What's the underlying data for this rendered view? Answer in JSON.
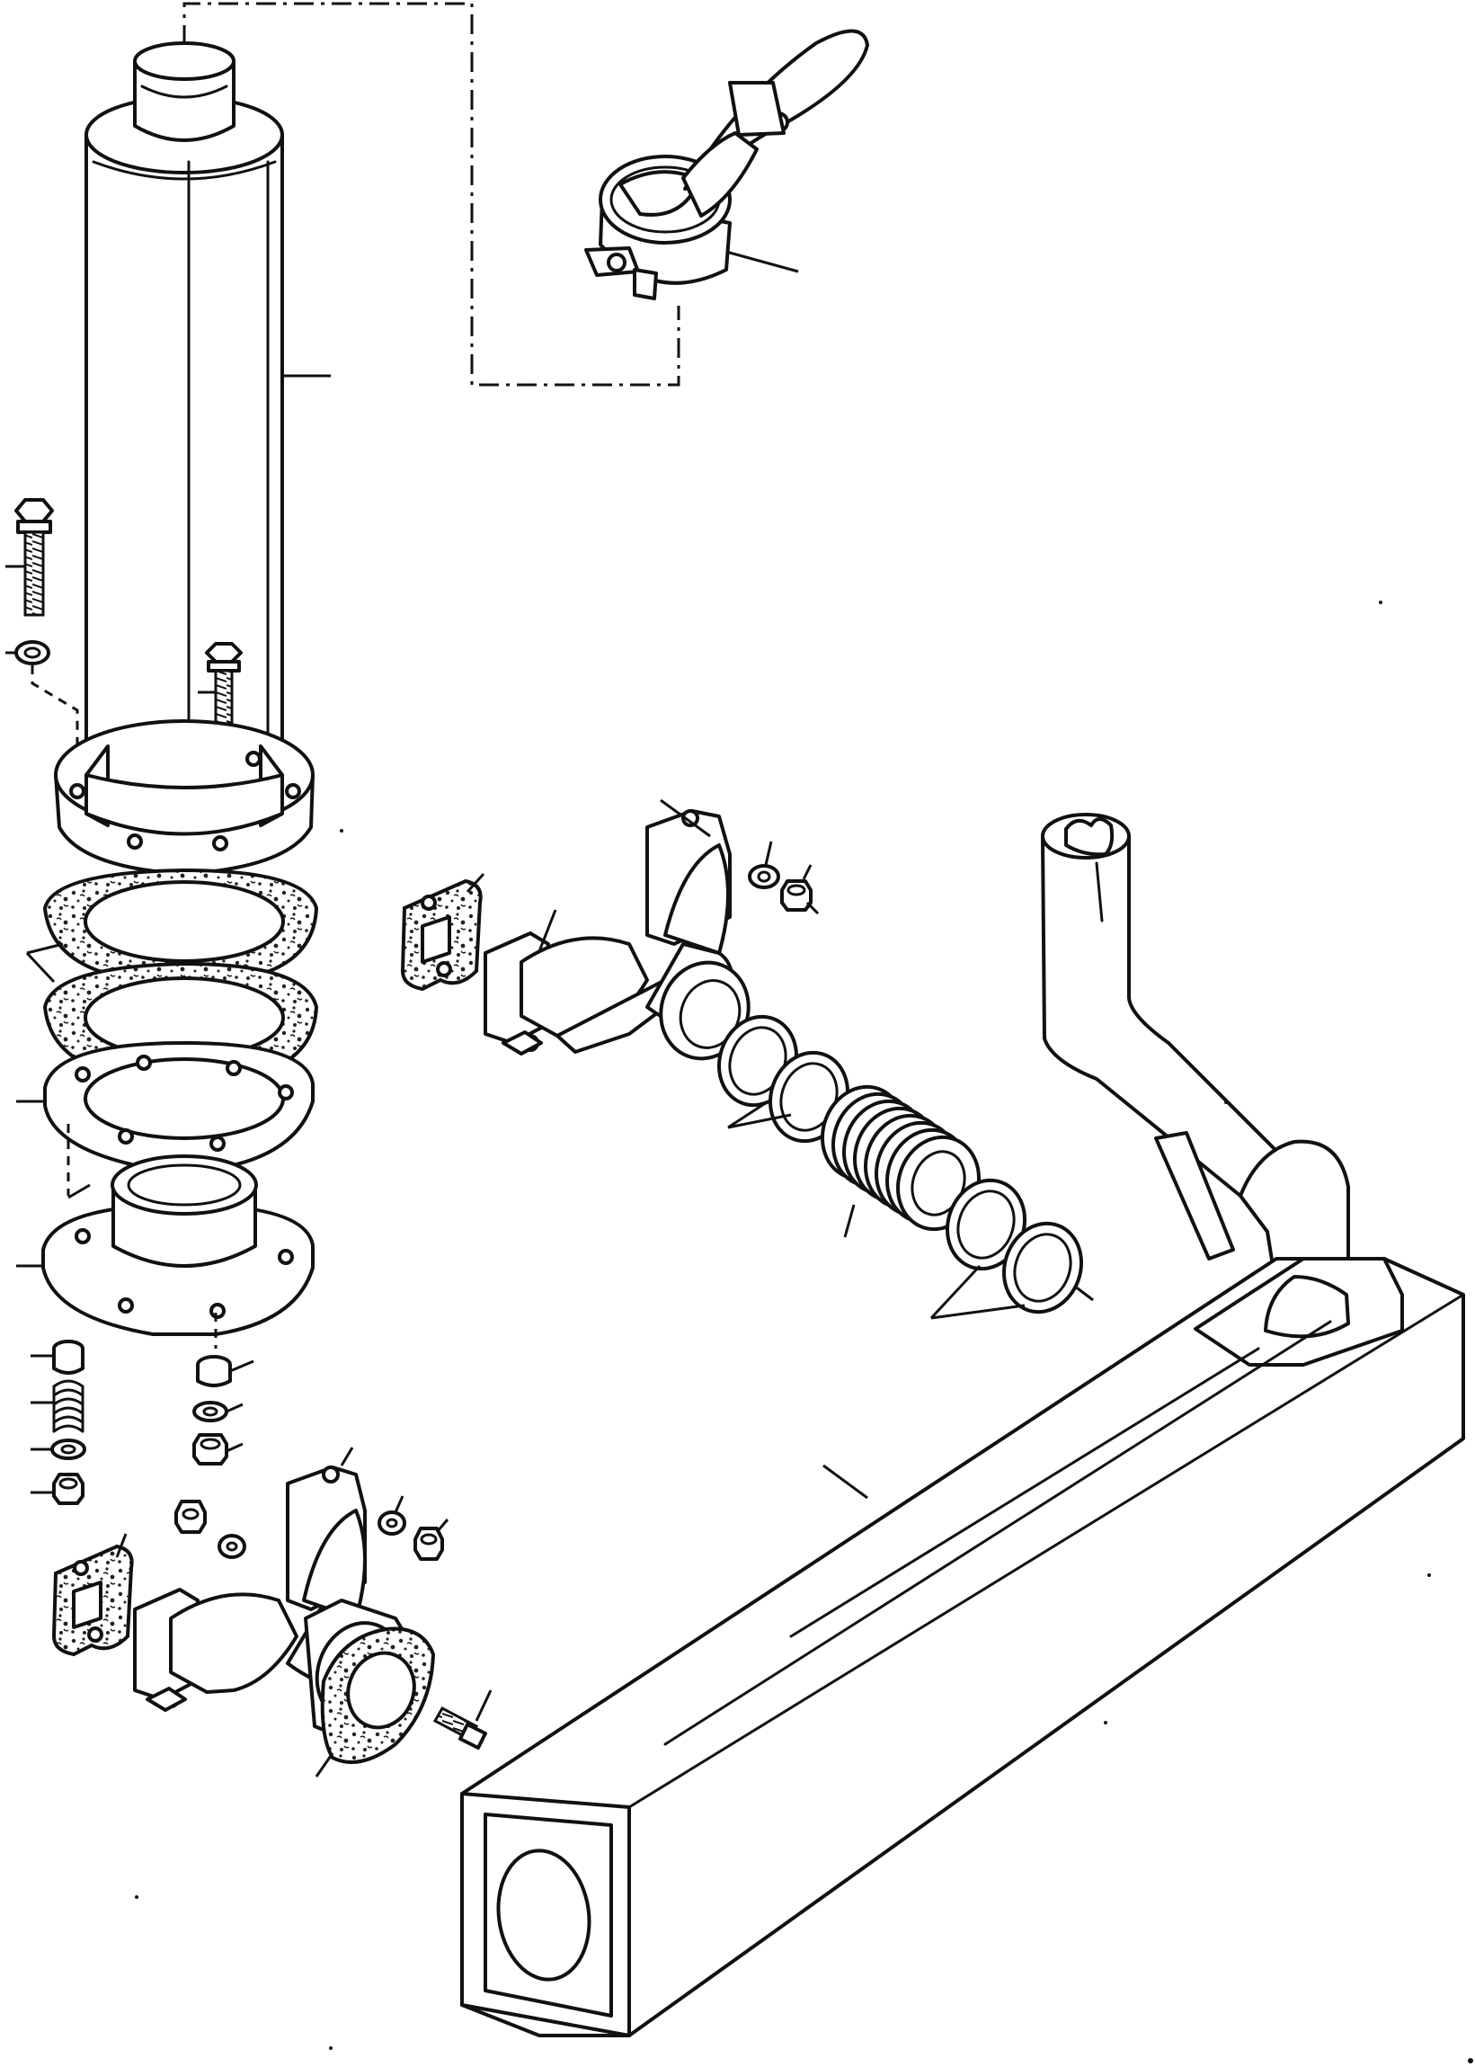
{
  "diagram": {
    "kind": "exploded parts drawing",
    "subject": "exhaust system",
    "labels": [],
    "parts": [
      "vertical-muffler",
      "rain-cap",
      "upper-flange",
      "flange-gaskets",
      "lower-flange",
      "adapter-flange",
      "exhaust-manifold-upper",
      "manifold-gasket-upper",
      "seal-rings",
      "flex-bellows",
      "exhaust-pipe",
      "horizontal-muffler",
      "exhaust-manifold-lower",
      "manifold-gasket-lower",
      "outlet-gasket",
      "stud",
      "bolts",
      "washers",
      "nuts",
      "springs",
      "spacers"
    ]
  }
}
